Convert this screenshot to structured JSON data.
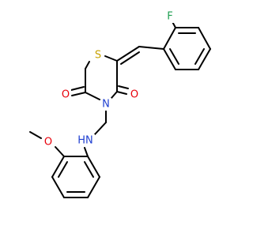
{
  "molecule": {
    "colors": {
      "carbon": "#000000",
      "oxygen": "#e8000b",
      "sulfur": "#c8a200",
      "nitrogen": "#1f3fd1",
      "fluorine": "#1e9e50"
    },
    "atoms": {
      "fluorine": {
        "label": "F",
        "element": "fluorine"
      },
      "sulfur": {
        "label": "S",
        "element": "sulfur"
      },
      "oxygen_left": {
        "label": "O",
        "element": "oxygen"
      },
      "oxygen_right": {
        "label": "O",
        "element": "oxygen"
      },
      "ring_nitrogen": {
        "label": "N",
        "element": "nitrogen"
      },
      "amine_nh": {
        "label": "HN",
        "element": "nitrogen"
      },
      "methoxy_oxygen": {
        "label": "O",
        "element": "oxygen"
      }
    }
  }
}
